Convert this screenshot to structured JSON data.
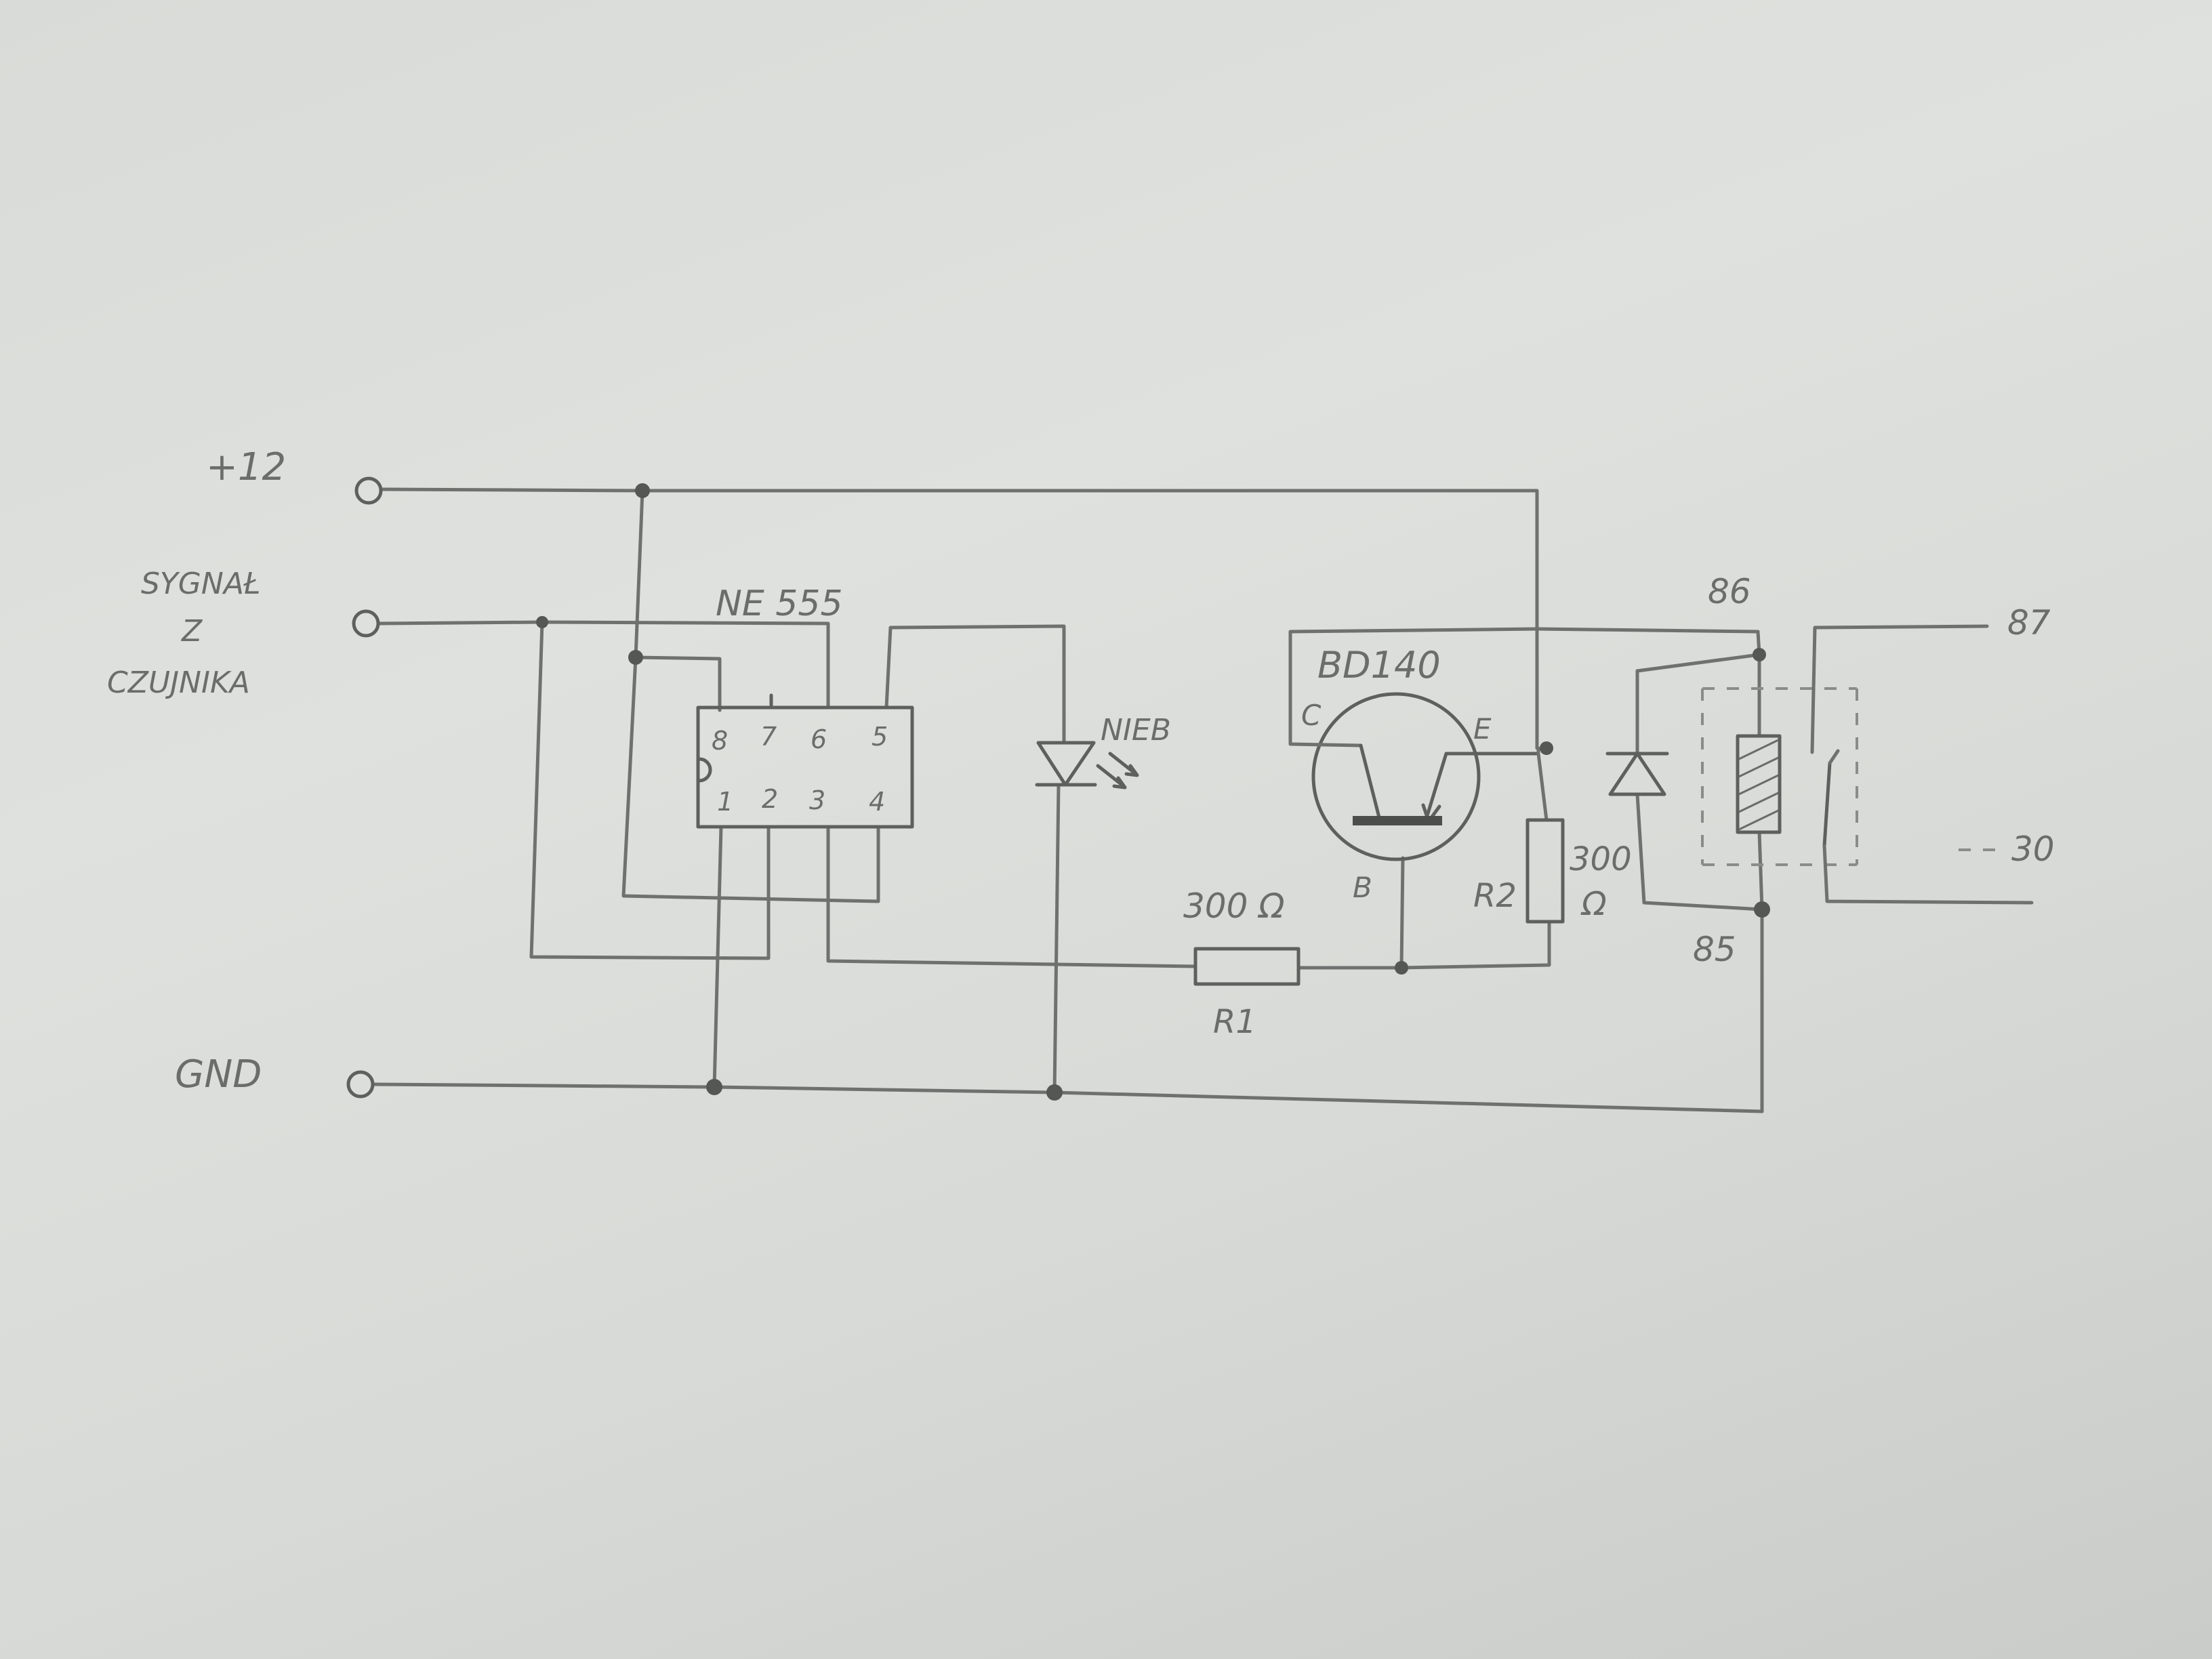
{
  "terminals": {
    "plus12": "+12",
    "signal_l1": "SYGNAŁ",
    "signal_l2": "Z",
    "signal_l3": "CZUJNIKA",
    "gnd": "GND"
  },
  "ic": {
    "name": "NE 555",
    "pins_top": [
      "8",
      "7",
      "6",
      "5"
    ],
    "pins_bottom": [
      "1",
      "2",
      "3",
      "4"
    ]
  },
  "led": {
    "label": "NIEB"
  },
  "transistor": {
    "name": "BD140",
    "c": "C",
    "e": "E",
    "b": "B"
  },
  "r1": {
    "value": "300 Ω",
    "name": "R1"
  },
  "r2": {
    "name": "R2",
    "value_l1": "300",
    "value_l2": "Ω"
  },
  "relay": {
    "pin86": "86",
    "pin85": "85",
    "pin87": "87",
    "pin30": "30"
  }
}
